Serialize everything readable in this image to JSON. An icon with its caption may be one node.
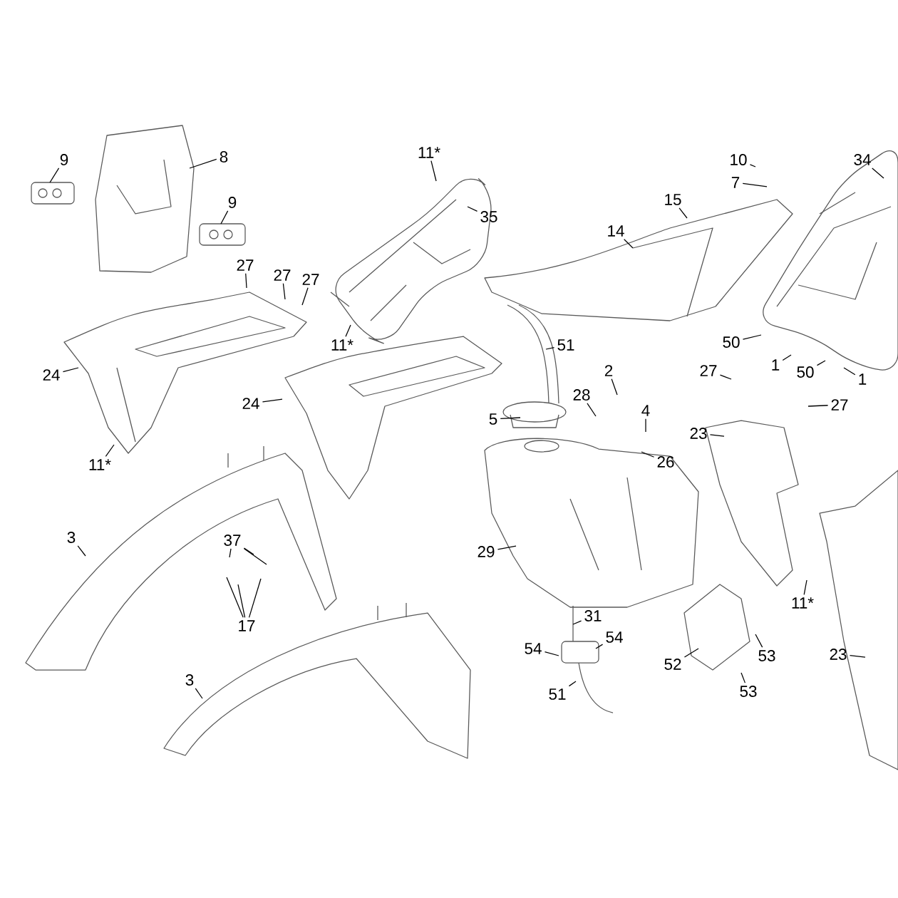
{
  "diagram": {
    "nodes": [
      {
        "text": [
          "9"
        ]
      },
      {
        "text": [
          "8"
        ]
      },
      {
        "text": [
          "9"
        ]
      },
      {
        "text": [
          "11*"
        ]
      },
      {
        "text": [
          "35"
        ]
      },
      {
        "text": [
          "27"
        ]
      },
      {
        "text": [
          "27"
        ]
      },
      {
        "text": [
          "27"
        ]
      },
      {
        "text": [
          "11*"
        ]
      },
      {
        "text": [
          "24"
        ]
      },
      {
        "text": [
          "24"
        ]
      },
      {
        "text": [
          "11*"
        ]
      },
      {
        "text": [
          "3"
        ]
      },
      {
        "text": [
          "37"
        ]
      },
      {
        "text": [
          "17"
        ]
      },
      {
        "text": [
          "3"
        ]
      },
      {
        "text": [
          "51"
        ]
      },
      {
        "text": [
          "14"
        ]
      },
      {
        "text": [
          "15"
        ]
      },
      {
        "text": [
          "10"
        ]
      },
      {
        "text": [
          "7"
        ]
      },
      {
        "text": [
          "34"
        ]
      },
      {
        "text": [
          "2"
        ]
      },
      {
        "text": [
          "28"
        ]
      },
      {
        "text": [
          "5"
        ]
      },
      {
        "text": [
          "4"
        ]
      },
      {
        "text": [
          "26"
        ]
      },
      {
        "text": [
          "29"
        ]
      },
      {
        "text": [
          "31"
        ]
      },
      {
        "text": [
          "54"
        ]
      },
      {
        "text": [
          "54"
        ]
      },
      {
        "text": [
          "51"
        ]
      },
      {
        "text": [
          "50"
        ]
      },
      {
        "text": [
          "1"
        ]
      },
      {
        "text": [
          "50"
        ]
      },
      {
        "text": [
          "1"
        ]
      },
      {
        "text": [
          "27"
        ]
      },
      {
        "text": [
          "27"
        ]
      },
      {
        "text": [
          "23"
        ]
      },
      {
        "text": [
          "11*"
        ]
      },
      {
        "text": [
          "52"
        ]
      },
      {
        "text": [
          "53"
        ]
      },
      {
        "text": [
          "53"
        ]
      },
      {
        "text": [
          "23"
        ]
      }
    ],
    "edges": [
      {
        "from": 0,
        "to": null,
        "arrow": "none"
      },
      {
        "from": 1,
        "to": null,
        "arrow": "none"
      },
      {
        "from": 2,
        "to": null,
        "arrow": "none"
      },
      {
        "from": 3,
        "to": null,
        "arrow": "none"
      },
      {
        "from": 4,
        "to": null,
        "arrow": "none"
      },
      {
        "from": 5,
        "to": null,
        "arrow": "none"
      },
      {
        "from": 6,
        "to": null,
        "arrow": "none"
      },
      {
        "from": 7,
        "to": null,
        "arrow": "none"
      },
      {
        "from": 8,
        "to": null,
        "arrow": "none"
      },
      {
        "from": 9,
        "to": null,
        "arrow": "none"
      },
      {
        "from": 10,
        "to": null,
        "arrow": "none"
      },
      {
        "from": 11,
        "to": null,
        "arrow": "none"
      },
      {
        "from": 12,
        "to": null,
        "arrow": "none"
      },
      {
        "from": 13,
        "to": null,
        "arrow": "none"
      },
      {
        "from": 13,
        "to": null,
        "arrow": "none"
      },
      {
        "from": 13,
        "to": null,
        "arrow": "none"
      },
      {
        "from": 14,
        "to": null,
        "arrow": "none"
      },
      {
        "from": 14,
        "to": null,
        "arrow": "none"
      },
      {
        "from": 14,
        "to": null,
        "arrow": "none"
      },
      {
        "from": 15,
        "to": null,
        "arrow": "none"
      },
      {
        "from": 16,
        "to": null,
        "arrow": "none"
      },
      {
        "from": 17,
        "to": null,
        "arrow": "none"
      },
      {
        "from": 18,
        "to": null,
        "arrow": "none"
      },
      {
        "from": 19,
        "to": null,
        "arrow": "none"
      },
      {
        "from": 20,
        "to": null,
        "arrow": "none"
      },
      {
        "from": 21,
        "to": null,
        "arrow": "none"
      },
      {
        "from": 22,
        "to": null,
        "arrow": "none"
      },
      {
        "from": 23,
        "to": null,
        "arrow": "none"
      },
      {
        "from": 24,
        "to": null,
        "arrow": "none"
      },
      {
        "from": 25,
        "to": null,
        "arrow": "none"
      },
      {
        "from": 26,
        "to": null,
        "arrow": "none"
      },
      {
        "from": 27,
        "to": null,
        "arrow": "none"
      },
      {
        "from": 28,
        "to": null,
        "arrow": "none"
      },
      {
        "from": 29,
        "to": null,
        "arrow": "none"
      },
      {
        "from": 30,
        "to": null,
        "arrow": "none"
      },
      {
        "from": 31,
        "to": null,
        "arrow": "none"
      },
      {
        "from": 32,
        "to": null,
        "arrow": "none"
      },
      {
        "from": 33,
        "to": null,
        "arrow": "none"
      },
      {
        "from": 34,
        "to": null,
        "arrow": "none"
      },
      {
        "from": 35,
        "to": null,
        "arrow": "none"
      },
      {
        "from": 36,
        "to": null,
        "arrow": "none"
      },
      {
        "from": 37,
        "to": null,
        "arrow": "none"
      },
      {
        "from": 38,
        "to": null,
        "arrow": "none"
      },
      {
        "from": 39,
        "to": null,
        "arrow": "none"
      },
      {
        "from": 40,
        "to": null,
        "arrow": "none"
      },
      {
        "from": 41,
        "to": null,
        "arrow": "none"
      },
      {
        "from": 42,
        "to": null,
        "arrow": "none"
      },
      {
        "from": 43,
        "to": null,
        "arrow": "none"
      }
    ]
  }
}
